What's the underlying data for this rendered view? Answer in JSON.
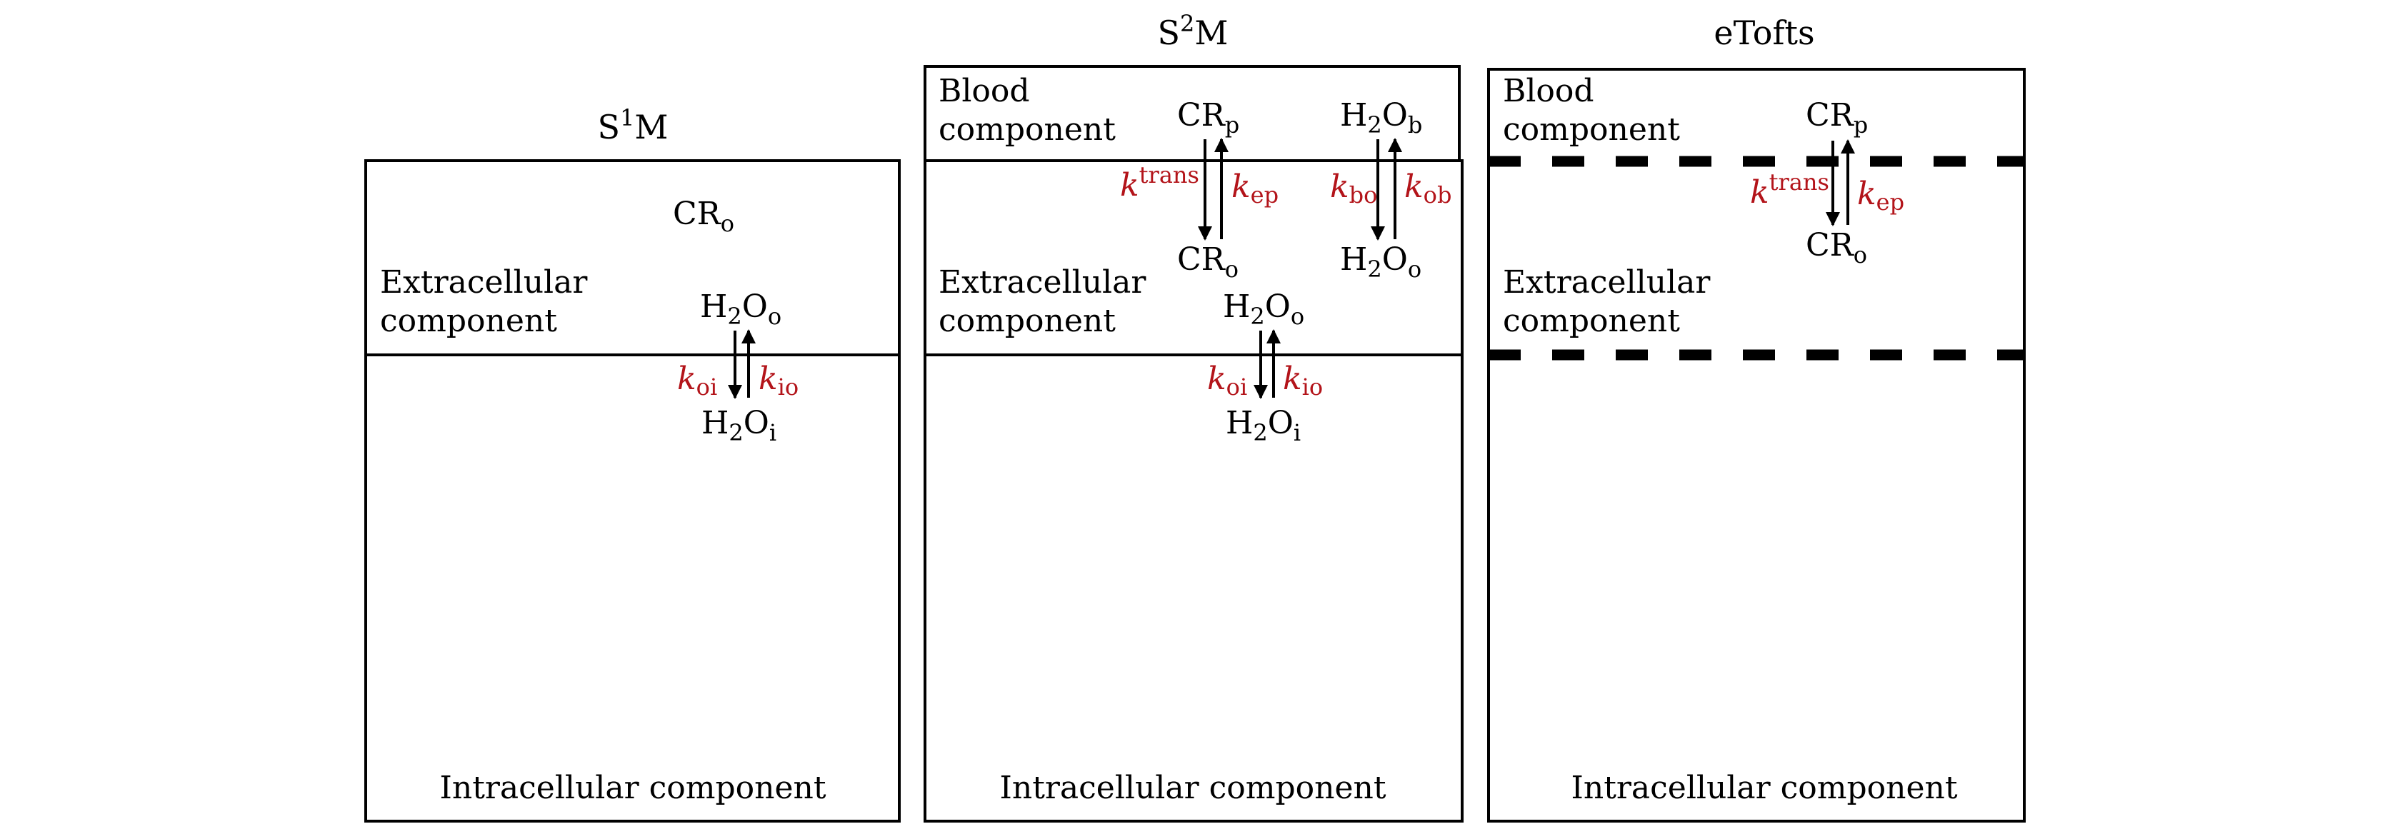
{
  "colors": {
    "rate_label": "#b3141a",
    "line": "#000000",
    "background": "#ffffff"
  },
  "panels": [
    {
      "id": "s1m",
      "title": {
        "main": "S",
        "sup": "1",
        "rest": "M"
      },
      "compartments": {
        "extracellular": [
          "Extracellular",
          "component"
        ],
        "intracellular": "Intracellular component"
      },
      "species": {
        "cr_o": {
          "main": "CR",
          "sub": "o"
        },
        "h2o_o": {
          "a": "H",
          "n": "2",
          "b": "O",
          "sub": "o"
        },
        "h2o_i": {
          "a": "H",
          "n": "2",
          "b": "O",
          "sub": "i"
        }
      },
      "rates": {
        "k_oi": {
          "main": "k",
          "sub": "oi"
        },
        "k_io": {
          "main": "k",
          "sub": "io"
        }
      },
      "boundaries": [
        "solid"
      ]
    },
    {
      "id": "s2m",
      "title": {
        "main": "S",
        "sup": "2",
        "rest": "M"
      },
      "compartments": {
        "blood": [
          "Blood",
          "component"
        ],
        "extracellular": [
          "Extracellular",
          "component"
        ],
        "intracellular": "Intracellular component"
      },
      "species": {
        "cr_p": {
          "main": "CR",
          "sub": "p"
        },
        "h2o_b": {
          "a": "H",
          "n": "2",
          "b": "O",
          "sub": "b"
        },
        "cr_o": {
          "main": "CR",
          "sub": "o"
        },
        "h2o_o_right": {
          "a": "H",
          "n": "2",
          "b": "O",
          "sub": "o"
        },
        "h2o_o": {
          "a": "H",
          "n": "2",
          "b": "O",
          "sub": "o"
        },
        "h2o_i": {
          "a": "H",
          "n": "2",
          "b": "O",
          "sub": "i"
        }
      },
      "rates": {
        "k_trans": {
          "main": "k",
          "sup": "trans"
        },
        "k_ep": {
          "main": "k",
          "sub": "ep"
        },
        "k_bo": {
          "main": "k",
          "sub": "bo"
        },
        "k_ob": {
          "main": "k",
          "sub": "ob"
        },
        "k_oi": {
          "main": "k",
          "sub": "oi"
        },
        "k_io": {
          "main": "k",
          "sub": "io"
        }
      },
      "boundaries": [
        "solid",
        "solid"
      ]
    },
    {
      "id": "etofts",
      "title": {
        "main": "eTofts"
      },
      "compartments": {
        "blood": [
          "Blood",
          "component"
        ],
        "extracellular": [
          "Extracellular",
          "component"
        ],
        "intracellular": "Intracellular component"
      },
      "species": {
        "cr_p": {
          "main": "CR",
          "sub": "p"
        },
        "cr_o": {
          "main": "CR",
          "sub": "o"
        }
      },
      "rates": {
        "k_trans": {
          "main": "k",
          "sup": "trans"
        },
        "k_ep": {
          "main": "k",
          "sub": "ep"
        }
      },
      "boundaries": [
        "dashed",
        "dashed"
      ]
    }
  ]
}
